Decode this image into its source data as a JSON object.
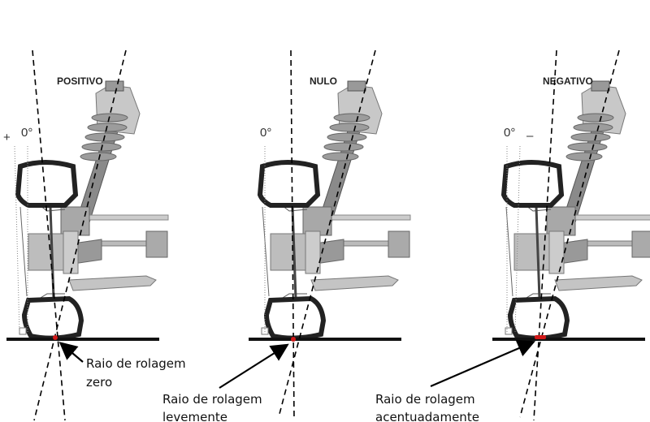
{
  "panels": [
    {
      "title": "POSITIVO",
      "sign": "+",
      "angle_label": "0°",
      "caption": [
        "Raio de rolagem",
        "zero"
      ]
    },
    {
      "title": "NULO",
      "sign": "",
      "angle_label": "0°",
      "caption": [
        "Raio de rolagem",
        "levemente"
      ]
    },
    {
      "title": "NEGATIVO",
      "sign": "–",
      "angle_label": "0°",
      "caption": [
        "Raio de rolagem",
        "acentuadamente"
      ]
    }
  ],
  "colors": {
    "contact_point": "#d01818",
    "part_fill": "#b8b8b8",
    "tire": "#222222"
  }
}
